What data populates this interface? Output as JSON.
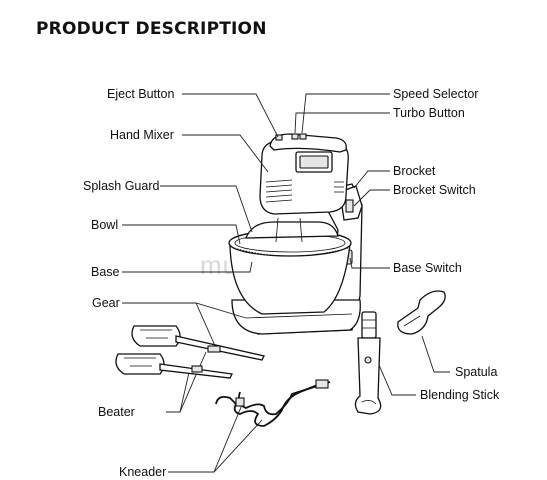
{
  "title": "PRODUCT DESCRIPTION",
  "watermark": "mudah.my",
  "labels": {
    "eject_button": "Eject Button",
    "hand_mixer": "Hand Mixer",
    "splash_guard": "Splash Guard",
    "bowl": "Bowl",
    "base": "Base",
    "gear": "Gear",
    "beater": "Beater",
    "kneader": "Kneader",
    "speed_selector": "Speed Selector",
    "turbo_button": "Turbo Button",
    "brocket": "Brocket",
    "brocket_switch": "Brocket Switch",
    "base_switch": "Base Switch",
    "spatula": "Spatula",
    "blending_stick": "Blending Stick"
  }
}
